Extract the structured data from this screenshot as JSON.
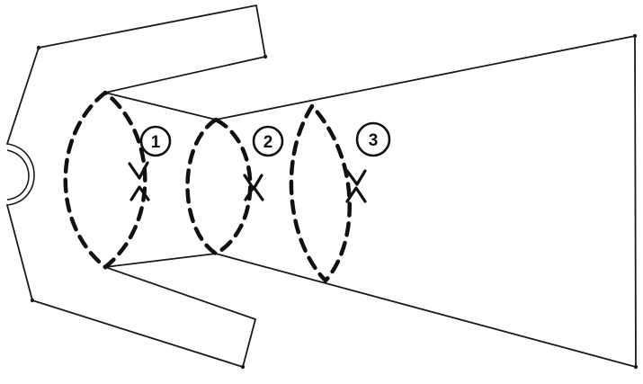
{
  "markers": [
    {
      "id": "loop-1",
      "label": "1"
    },
    {
      "id": "loop-2",
      "label": "2"
    },
    {
      "id": "loop-3",
      "label": "3"
    }
  ]
}
